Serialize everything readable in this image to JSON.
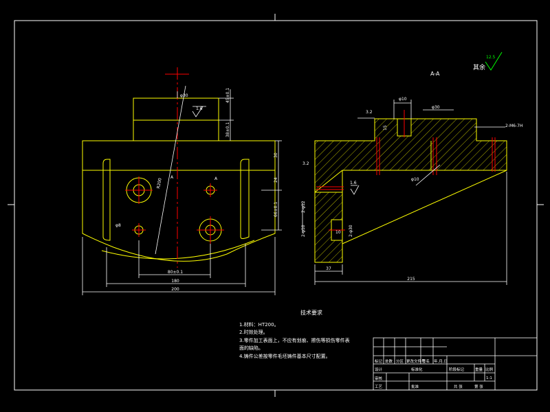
{
  "drawing": {
    "section_title": "A-A",
    "section_mark": "A",
    "surface_note": {
      "label": "其余",
      "roughness": "12.5"
    },
    "colors": {
      "background": "#000000",
      "outline": "#ffff00",
      "text": "#ffffff",
      "dimension": "#ffffff",
      "center_line": "#ff0000",
      "hatch": "#ffff00",
      "frame": "#ffffff",
      "symbol": "#00ff00"
    },
    "front_view": {
      "dimensions": {
        "total_width": "200",
        "inner_width": "180",
        "hole_spacing": "80±0.1",
        "top_height": "45±0.1",
        "radius": "R200",
        "dia_top": "φ30",
        "right_a": "30",
        "right_b": "24",
        "right_c": "66±0.1",
        "left_hole": "φ8",
        "tol": "1.6",
        "side_dim": "38±0.1"
      }
    },
    "section_view": {
      "dimensions": {
        "overall_length": "215",
        "base_length": "37",
        "hole_top": "φ10",
        "hole_top2": "φ30",
        "slot_depth": "15",
        "thread": "2-M6-7H",
        "roughness_a": "3.2",
        "roughness_b": "3.2",
        "roughness_c": "1.6",
        "dim_left_1": "2-φ12",
        "dim_left_2": "2-φ10",
        "dim_right_1": "2-φ30",
        "dim_small": "φ10",
        "depth_1": "10"
      }
    }
  },
  "technical_notes": {
    "title": "技术要求",
    "items": [
      "1.材料：HT200。",
      "2.时效处理。",
      "3.零件加工表面上，不应有划痕、擦伤等损伤零件表",
      "面的缺陷。",
      "4.铸件公差按零件毛坯铸件基本尺寸配置。"
    ]
  },
  "title_block": {
    "labels": {
      "mark": "标记",
      "count": "处数",
      "zone": "分区",
      "doc_no": "更改文件号",
      "sign": "签名",
      "date": "年.月.日",
      "design": "设计",
      "standard": "标准化",
      "stage_mark": "阶段标记",
      "weight": "重量",
      "scale": "比例",
      "review": "审核",
      "process": "工艺",
      "approve": "批准",
      "sheet_total": "共  张",
      "sheet_no": "第  张",
      "scale_value": "1:1"
    }
  }
}
